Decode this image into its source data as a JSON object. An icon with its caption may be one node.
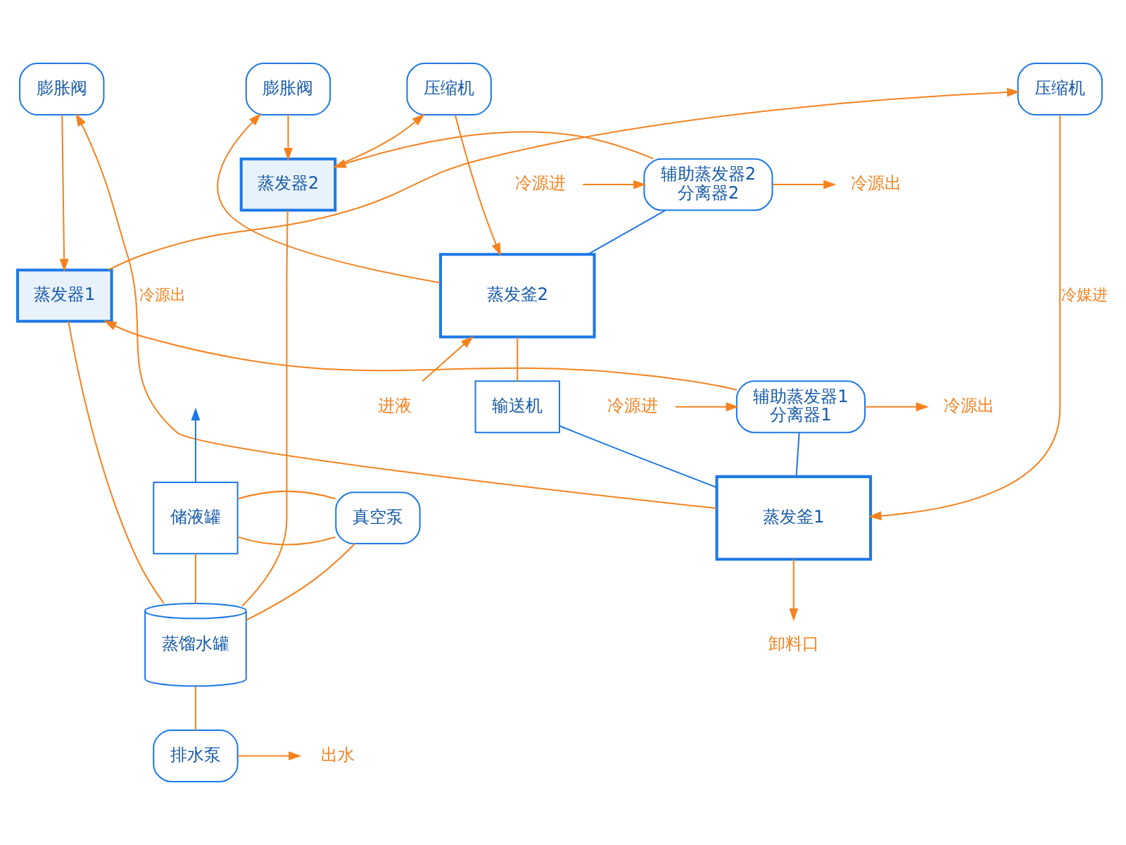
{
  "diagram": {
    "nodes": [
      {
        "text": [
          "压缩机"
        ]
      },
      {
        "text": [
          "膨胀阀"
        ]
      },
      {
        "text": [
          "压缩机"
        ]
      },
      {
        "text": [
          "膨胀阀"
        ]
      },
      {
        "text": [
          "蒸发器2"
        ]
      },
      {
        "text": [
          "辅助蒸发器2",
          "分离器2"
        ]
      },
      {
        "text": [
          "冷源出"
        ]
      },
      {
        "text": [
          "冷源进"
        ]
      },
      {
        "text": [
          "蒸发器1"
        ]
      },
      {
        "text": [
          "蒸发釜2"
        ]
      },
      {
        "text": [
          "辅助蒸发器1",
          "分离器1"
        ]
      },
      {
        "text": [
          "冷源出"
        ]
      },
      {
        "text": [
          "冷源进"
        ]
      },
      {
        "text": [
          "进液"
        ]
      },
      {
        "text": [
          "输送机"
        ]
      },
      {
        "text": [
          "蒸发釜1"
        ]
      },
      {
        "text": [
          "真空泵"
        ]
      },
      {
        "text": [
          "储液罐"
        ]
      },
      {
        "text": [
          "蒸馏水罐"
        ]
      },
      {
        "text": [
          "卸料口"
        ]
      },
      {
        "text": [
          "排水泵"
        ]
      },
      {
        "text": [
          "出水"
        ]
      }
    ],
    "edges": [
      {
        "from": 8,
        "to": 0,
        "arrow": "to"
      },
      {
        "from": 0,
        "to": 15,
        "arrow": "to",
        "label": "冷媒进"
      },
      {
        "from": 15,
        "to": 1,
        "arrow": "to",
        "label": "冷源出"
      },
      {
        "from": 1,
        "to": 8,
        "arrow": "to"
      },
      {
        "from": 4,
        "to": 2,
        "arrow": "to"
      },
      {
        "from": 2,
        "to": 9,
        "arrow": "to"
      },
      {
        "from": 9,
        "to": 3,
        "arrow": "to"
      },
      {
        "from": 3,
        "to": 4,
        "arrow": "to"
      },
      {
        "from": 5,
        "to": 4,
        "arrow": "to"
      },
      {
        "from": 10,
        "to": 8,
        "arrow": "to"
      },
      {
        "from": 5,
        "to": 6,
        "arrow": "to"
      },
      {
        "from": 7,
        "to": 5,
        "arrow": "to"
      },
      {
        "from": 10,
        "to": 11,
        "arrow": "to"
      },
      {
        "from": 12,
        "to": 10,
        "arrow": "to"
      },
      {
        "from": 5,
        "to": 9,
        "arrow": "none",
        "color": "#1e78e6"
      },
      {
        "from": 13,
        "to": 9,
        "arrow": "to"
      },
      {
        "from": 9,
        "to": 14,
        "arrow": "none"
      },
      {
        "from": 14,
        "to": 15,
        "arrow": "none",
        "color": "#1e78e6"
      },
      {
        "from": 15,
        "to": 10,
        "arrow": "none",
        "color": "#1e78e6"
      },
      {
        "from": 15,
        "to": 19,
        "arrow": "to"
      },
      {
        "from": 8,
        "to": 18,
        "arrow": "none"
      },
      {
        "from": 4,
        "to": 18,
        "arrow": "none"
      },
      {
        "from": 18,
        "to": 16,
        "arrow": "none"
      },
      {
        "from": 16,
        "to": 17,
        "arrow": "none"
      },
      {
        "from": 16,
        "to": 17,
        "arrow": "none"
      },
      {
        "from": 17,
        "to": 18,
        "arrow": "none"
      },
      {
        "from": 17,
        "to": null,
        "arrow": "to",
        "color": "#1e78e6"
      },
      {
        "from": 18,
        "to": 20,
        "arrow": "none"
      },
      {
        "from": 20,
        "to": 21,
        "arrow": "to"
      }
    ]
  }
}
